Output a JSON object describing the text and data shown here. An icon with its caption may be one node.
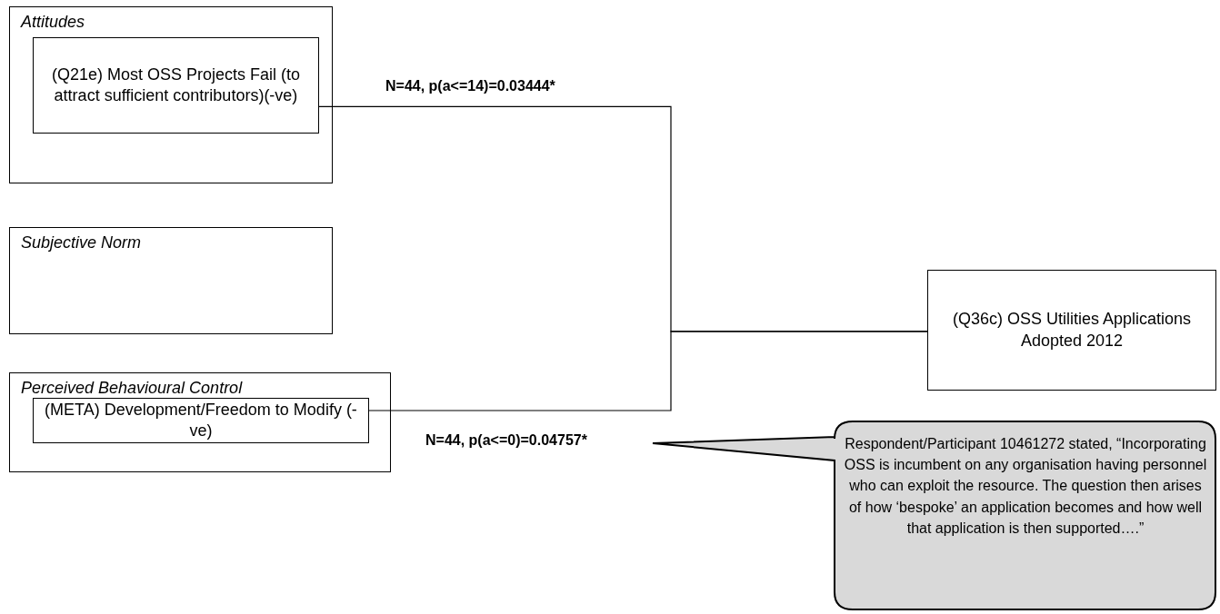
{
  "diagram": {
    "nodes": [
      {
        "text": [
          "Attitudes"
        ]
      },
      {
        "text": [
          "(Q21e) Most OSS Projects Fail (to attract sufficient contributors)(-ve)"
        ],
        "in": 0
      },
      {
        "text": [
          "Subjective Norm"
        ]
      },
      {
        "text": [
          "Perceived Behavioural Control"
        ]
      },
      {
        "text": [
          "(META) Development/Freedom to Modify (-ve)"
        ],
        "in": 3
      },
      {
        "text": [
          "(Q36c) OSS Utilities Applications Adopted 2012"
        ]
      },
      {
        "text": [
          "Respondent/Participant 10461272 stated, “Incorporating OSS is incumbent on any organisation having personnel who can exploit the resource.  The question then arises of how ‘bespoke’ an application becomes and how well that application is then supported….”"
        ]
      }
    ],
    "edges": [
      {
        "from": 1,
        "to": 5,
        "arrow": "none",
        "label": "N=44, p(a<=14)=0.03444*"
      },
      {
        "from": 4,
        "to": 5,
        "arrow": "none",
        "label": "N=44, p(a<=0)=0.04757*"
      }
    ]
  }
}
